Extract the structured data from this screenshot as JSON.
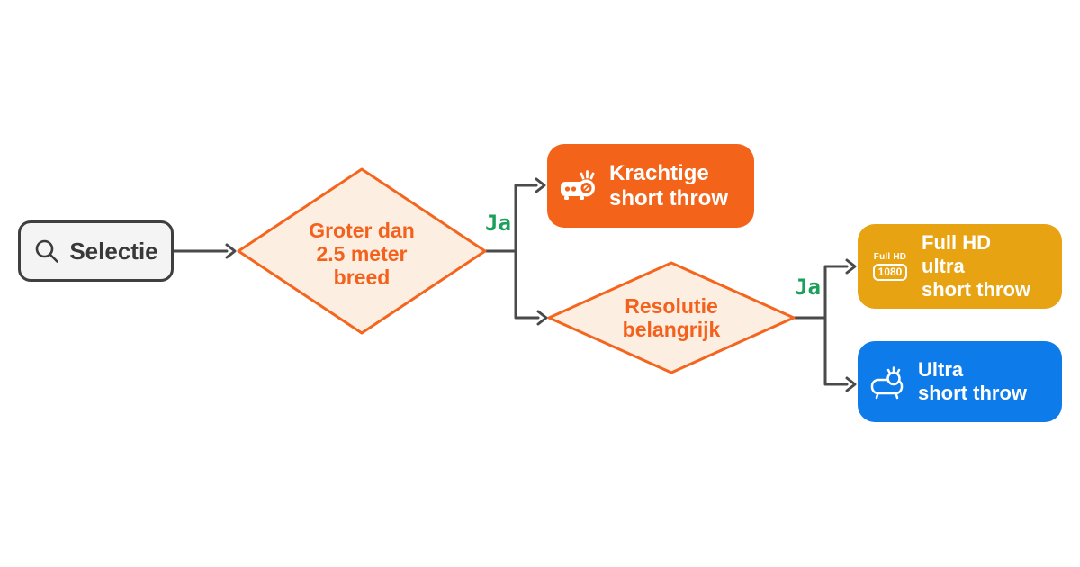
{
  "colors": {
    "orange": "#f4631a",
    "diamond_border": "#f4651e",
    "diamond_fill": "#fdeee2",
    "amber": "#e8a313",
    "blue": "#0d7bea",
    "green": "#1ba05b",
    "connector": "#4a4a4a",
    "start_bg": "#f4f4f4",
    "start_border": "#3f3f3f",
    "start_text": "#383838",
    "card_text": "#ffffff"
  },
  "nodes": {
    "start": {
      "label": "Selectie",
      "icon": "magnifier-icon"
    },
    "decision_width": {
      "line1": "Groter dan",
      "line2": "2.5 meter",
      "line3": "breed"
    },
    "outcome_powerful": {
      "line1": "Krachtige",
      "line2": "short throw",
      "icon": "projector-burst-icon"
    },
    "decision_resolution": {
      "line1": "Resolutie",
      "line2": "belangrijk"
    },
    "outcome_fullhd": {
      "line1": "Full HD",
      "line2": "ultra",
      "line3": "short throw",
      "icon": "full-hd-1080-icon",
      "badge_top": "Full HD",
      "badge_value": "1080"
    },
    "outcome_ultra": {
      "line1": "Ultra",
      "line2": "short throw",
      "icon": "projector-outline-icon"
    }
  },
  "edges": {
    "decision_width_yes": "Ja",
    "decision_resolution_yes": "Ja"
  }
}
